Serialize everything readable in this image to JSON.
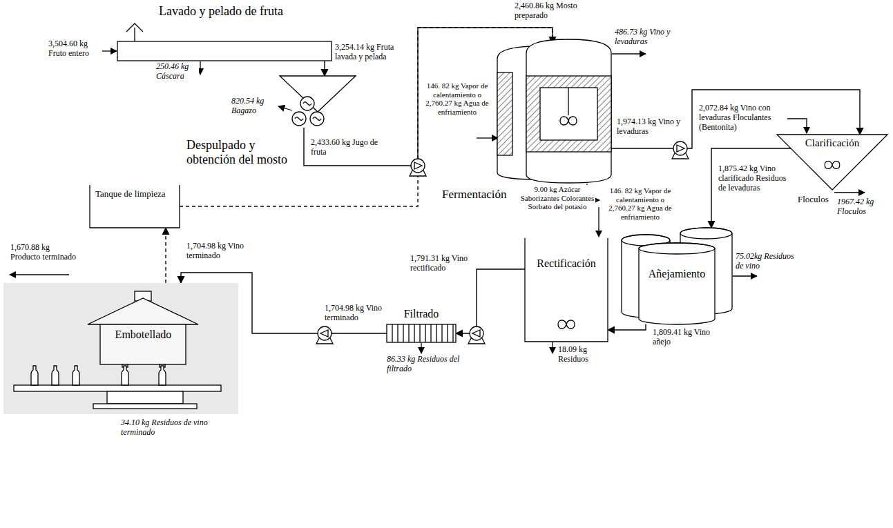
{
  "diagram": {
    "nodes": [
      {
        "text": [
          "Lavado y pelado de fruta"
        ]
      },
      {
        "text": [
          "Despulpado y obtención del mosto"
        ]
      },
      {
        "text": [
          "Fermentación"
        ]
      },
      {
        "text": [
          "Tanque de limpieza"
        ]
      },
      {
        "text": [
          "Clarificación"
        ]
      },
      {
        "text": [
          "Añejamiento"
        ]
      },
      {
        "text": [
          "Rectificación"
        ]
      },
      {
        "text": [
          "Filtrado"
        ]
      },
      {
        "text": [
          "Embotellado"
        ]
      }
    ],
    "edges": [
      {
        "from": 0,
        "to": 1,
        "arrow": "to",
        "label": "3,254.14 kg Fruta lavada y pelada"
      },
      {
        "from": 1,
        "to": 2,
        "arrow": "to",
        "label": "2,433.60 kg Jugo de fruta"
      },
      {
        "from": 3,
        "to": 2,
        "arrow": "none"
      },
      {
        "from": 2,
        "to": 4,
        "arrow": "to",
        "label": "1,974.13 kg Vino y levaduras"
      },
      {
        "from": 4,
        "to": 5,
        "arrow": "to",
        "label": "1,875.42 kg Vino clarificado Residuos de levaduras"
      },
      {
        "from": 5,
        "to": 6,
        "arrow": "to",
        "label": "1,809.41 kg Vino añejo"
      },
      {
        "from": 6,
        "to": 7,
        "arrow": "to",
        "label": "1,791.31 kg Vino rectificado"
      },
      {
        "from": 7,
        "to": 8,
        "arrow": "to",
        "label": "1,704.98 kg Vino terminado"
      },
      {
        "from": 8,
        "to": 3,
        "arrow": "to"
      }
    ],
    "labels": [
      "3,504.60 kg Fruto entero",
      "250.46 kg Cáscara",
      "820.54 kg Bagazo",
      "2,460.86 kg Mosto preparado",
      "146. 82 kg Vapor de calentamiento o 2,760.27 kg Agua de enfriamiento",
      "486.73 kg Vino y levaduras",
      "146. 82 kg Vapor de calentamiento o 2,760.27 kg Agua de enfriamiento",
      "2,072.84 kg Vino con levaduras Floculantes (Bentonita)",
      "Floculos",
      "1967.42 kg Floculos",
      "1,704.98 kg Vino terminado",
      "1,670.88 kg Producto terminado",
      "9.00 kg Azúcar Saborizantes Colorantes Sorbato del potasio",
      "75.02kg Residuos de vino",
      "18.09 kg Residuos",
      "86.33 kg Residuos del filtrado",
      "34.10 kg Residuos de vino terminado"
    ]
  }
}
